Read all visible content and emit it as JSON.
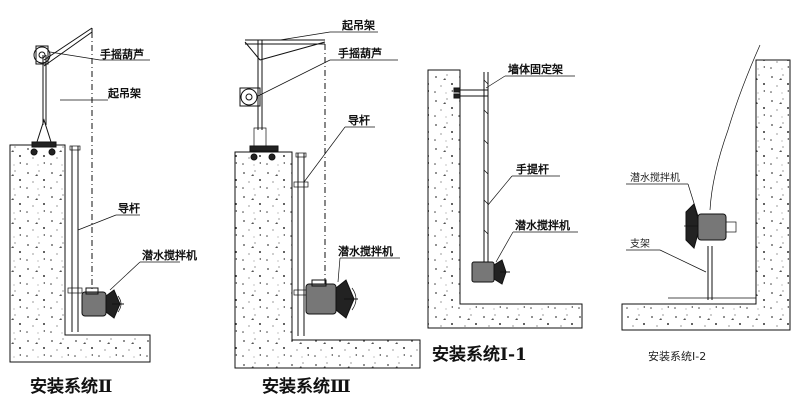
{
  "panels": [
    {
      "caption": "安装系统Ⅱ",
      "labels": {
        "hoist": "手摇葫芦",
        "crane": "起吊架",
        "guide_rod": "导杆",
        "mixer": "潜水搅拌机"
      }
    },
    {
      "caption": "安装系统Ⅲ",
      "labels": {
        "crane": "起吊架",
        "hoist": "手摇葫芦",
        "guide_rod": "导杆",
        "mixer": "潜水搅拌机"
      }
    },
    {
      "caption": "安装系统Ⅰ-1",
      "labels": {
        "wall_bracket": "墙体固定架",
        "hand_rod": "手提杆",
        "mixer": "潜水搅拌机"
      }
    },
    {
      "caption": "安装系统Ⅰ-2",
      "labels": {
        "mixer": "潜水搅拌机",
        "support": "支架"
      }
    }
  ]
}
